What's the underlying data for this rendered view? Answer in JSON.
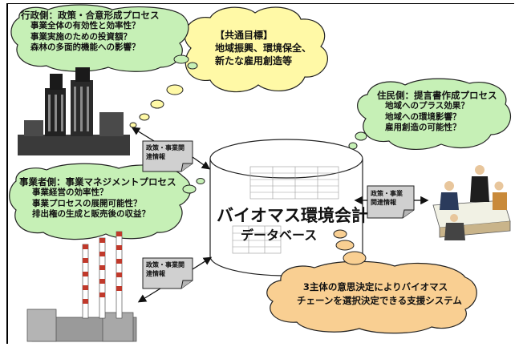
{
  "admin": {
    "head": "行政側：政策・合意形成プロセス",
    "lines": [
      "事業全体の有効性と効率性？",
      "事業実施のための投資額？",
      "森林の多面的機能への影響？"
    ]
  },
  "goal": {
    "head": "【共通目標】",
    "lines": [
      "地域振興、環境保全、",
      "新たな雇用創造等"
    ]
  },
  "residents": {
    "head": "住民側：提言書作成プロセス",
    "lines": [
      "地域へのプラス効果？",
      "地域への環境影響？",
      "雇用創造の可能性？"
    ]
  },
  "business": {
    "head": "事業者側：事業マネジメントプロセス",
    "lines": [
      "事業経営の効率性？",
      "事業プロセスの展開可能性？",
      "排出権の生成と販売後の収益？"
    ]
  },
  "database": {
    "title": "バイオマス環境会計",
    "subtitle": "データベース"
  },
  "notes": {
    "admin": "政策・事業関連情報",
    "residents": "政策・事業関連情報",
    "business": "政策・事業関連情報"
  },
  "bottom": {
    "lines": [
      "3主体の意思決定によりバイオマス",
      "チェーンを選択決定できる支援システム"
    ]
  },
  "colors": {
    "green_cloud": "#c6f0b6",
    "yellow_cloud": "#fff9a6",
    "orange_cloud": "#f9cf92",
    "cloud_stroke": "#222222",
    "note_fill": "#d0d0d0"
  }
}
